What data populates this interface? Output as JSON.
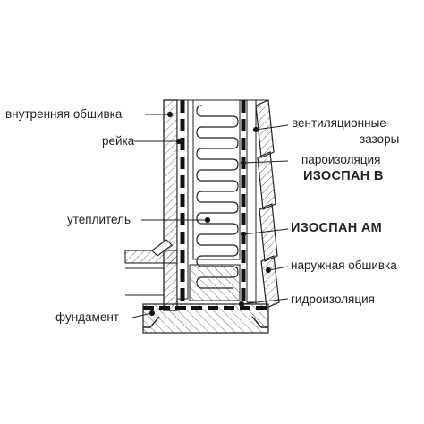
{
  "diagram": {
    "labels": {
      "inner_cladding": "внутренняя обшивка",
      "batten": "рейка",
      "insulation": "утеплитель",
      "foundation": "фундамент",
      "vent_gaps_line1": "вентиляционные",
      "vent_gaps_line2": "зазоры",
      "vapor_barrier": "пароизоляция",
      "izospan_b": "ИЗОСПАН В",
      "izospan_am": "ИЗОСПАН АМ",
      "outer_cladding": "наружная обшивка",
      "waterproofing": "гидроизоляция"
    },
    "colors": {
      "ink": "#222222",
      "hatch": "#444444",
      "background": "#ffffff"
    }
  }
}
